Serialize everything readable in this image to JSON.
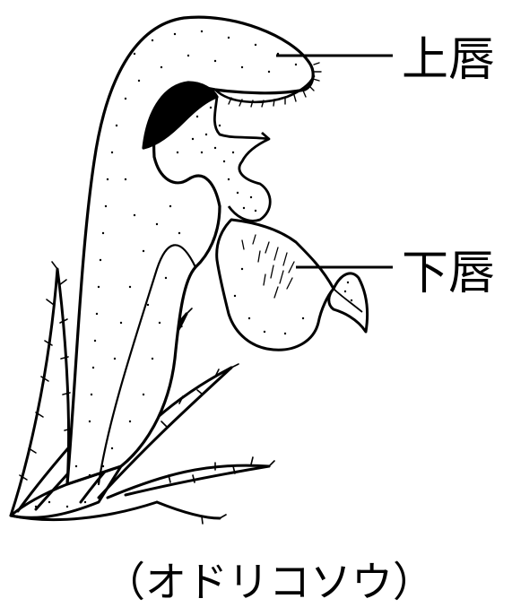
{
  "labels": {
    "upper_lip": "上唇",
    "lower_lip": "下唇"
  },
  "caption": "（オドリコソウ）",
  "colors": {
    "ink": "#000000",
    "paper": "#ffffff"
  }
}
